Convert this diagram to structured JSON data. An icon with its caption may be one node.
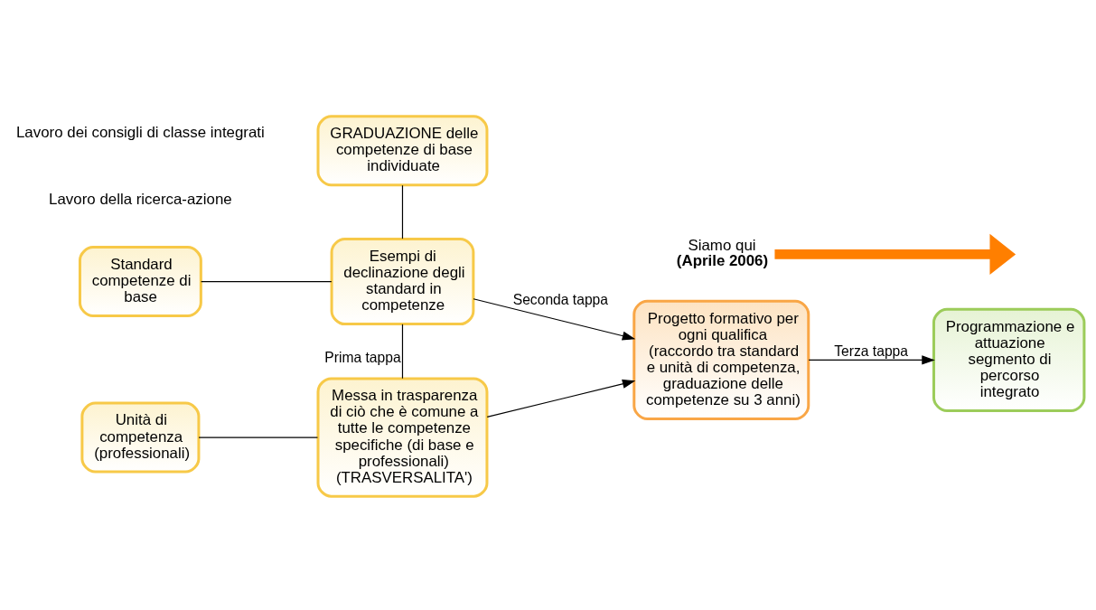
{
  "diagram": {
    "nodes": [
      {
        "text": [
          "GRADUAZIONE delle competenze di base individuate"
        ]
      },
      {
        "text": [
          "Standard competenze di base"
        ]
      },
      {
        "text": [
          "Esempi di declinazione degli standard in competenze"
        ]
      },
      {
        "text": [
          "Unità di competenza (professionali)"
        ]
      },
      {
        "text": [
          "Messa in trasparenza di ciò che è comune a tutte le competenze specifiche (di base e professionali) (TRASVERSALITA')"
        ]
      },
      {
        "text": [
          "Progetto formativo per ogni qualifica",
          "(raccordo tra standard e unità di competenza, graduazione delle competenze su 3 anni)"
        ]
      },
      {
        "text": [
          "Programmazione e attuazione segmento di percorso integrato"
        ]
      },
      {
        "text": [
          "Siamo qui",
          "(Aprile 2006)"
        ]
      }
    ],
    "edges": [
      {
        "from": 0,
        "to": 2,
        "arrow": "none"
      },
      {
        "from": 1,
        "to": 2,
        "arrow": "none"
      },
      {
        "from": 2,
        "to": 4,
        "label": "Prima tappa",
        "arrow": "none"
      },
      {
        "from": 3,
        "to": 4,
        "arrow": "none"
      },
      {
        "from": 2,
        "to": 5,
        "label": "Seconda tappa",
        "arrow": "to"
      },
      {
        "from": 4,
        "to": 5,
        "arrow": "to"
      },
      {
        "from": 5,
        "to": 6,
        "label": "Terza tappa",
        "arrow": "to"
      },
      {
        "from": 7,
        "to": null,
        "arrow": "to",
        "style": "thick",
        "color": "#ff7f00"
      }
    ],
    "labels": [
      "Lavoro della ricerca-azione",
      "Lavoro dei consigli di classe integrati"
    ]
  }
}
